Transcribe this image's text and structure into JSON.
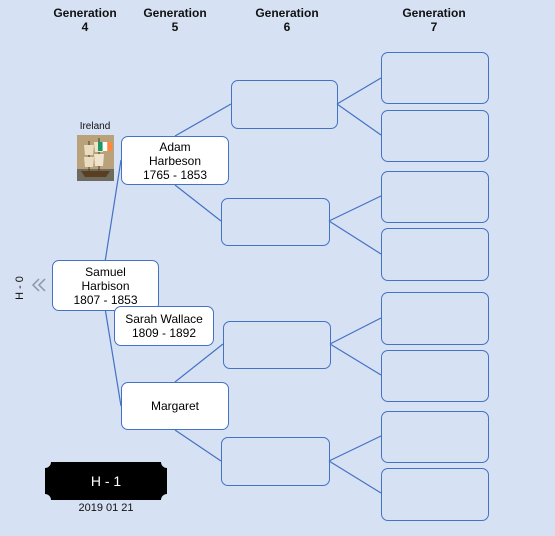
{
  "headers": {
    "g4": {
      "line1": "Generation",
      "line2": "4"
    },
    "g5": {
      "line1": "Generation",
      "line2": "5"
    },
    "g6": {
      "line1": "Generation",
      "line2": "6"
    },
    "g7": {
      "line1": "Generation",
      "line2": "7"
    }
  },
  "side_label": "H - 0",
  "root": {
    "line1": "Samuel",
    "line2": "Harbison",
    "line3": "1807 - 1853"
  },
  "spouse": {
    "line1": "Sarah Wallace",
    "line2": "1809 - 1892"
  },
  "father": {
    "line1": "Adam",
    "line2": "Harbeson",
    "line3": "1765 - 1853",
    "place": "Ireland"
  },
  "mother": {
    "line1": "Margaret"
  },
  "badge": {
    "label": "H - 1",
    "date": "2019 01 21"
  },
  "colors": {
    "background": "#d6e1f3",
    "connector": "#4472c4",
    "flag_green": "#169b62",
    "flag_orange": "#ff883e"
  },
  "icons": {
    "collapse": "double-chevron-left-icon",
    "emigrant": "sailing-ship-icon",
    "flag": "ireland-flag-icon"
  }
}
